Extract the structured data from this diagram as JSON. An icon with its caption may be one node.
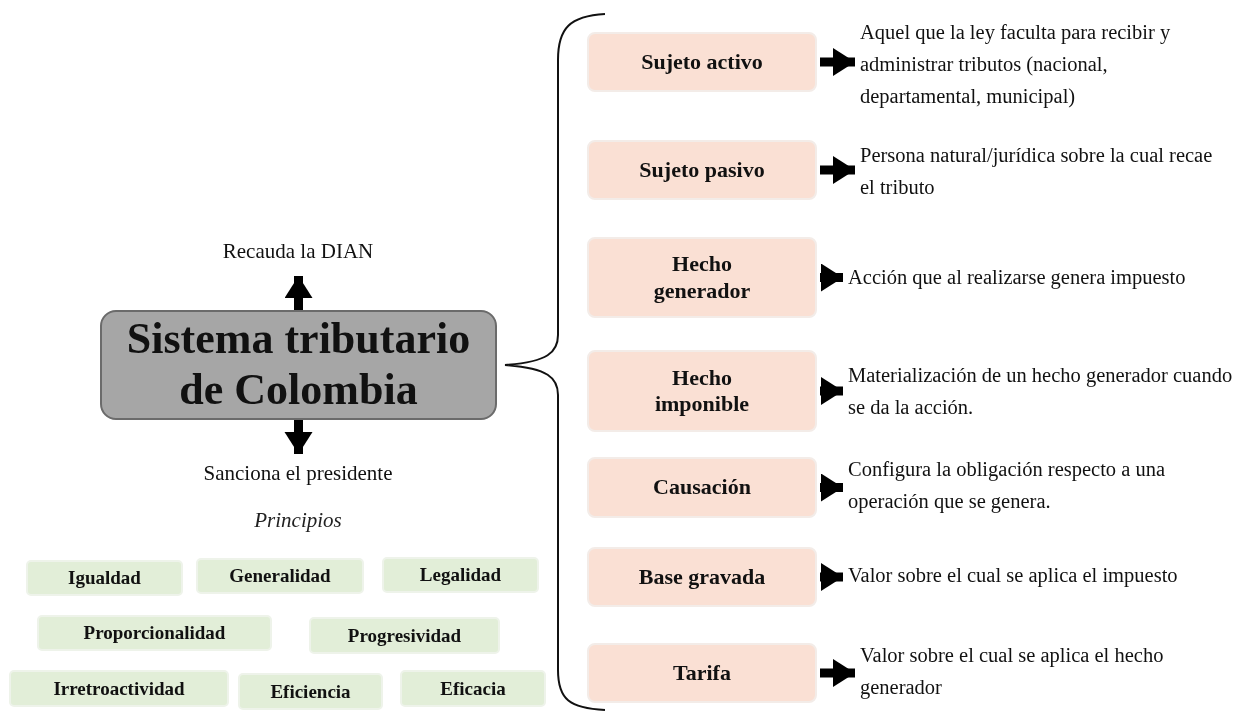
{
  "diagram": {
    "nodes": [
      {
        "text": [
          "Sistema tributario de Colombia"
        ]
      },
      {
        "text": [
          "Recauda la DIAN"
        ]
      },
      {
        "text": [
          "Sanciona el presidente"
        ]
      },
      {
        "text": [
          "Sujeto activo"
        ]
      },
      {
        "text": [
          "Sujeto pasivo"
        ]
      },
      {
        "text": [
          "Hecho generador"
        ]
      },
      {
        "text": [
          "Hecho imponible"
        ]
      },
      {
        "text": [
          "Causación"
        ]
      },
      {
        "text": [
          "Base gravada"
        ]
      },
      {
        "text": [
          "Tarifa"
        ]
      },
      {
        "text": [
          "Aquel que la ley faculta para recibir y administrar tributos (nacional, departamental, municipal)"
        ]
      },
      {
        "text": [
          "Persona natural/jurídica sobre la cual recae el tributo"
        ]
      },
      {
        "text": [
          "Acción que al realizarse genera impuesto"
        ]
      },
      {
        "text": [
          "Materialización de un hecho generador cuando se da la acción."
        ]
      },
      {
        "text": [
          "Configura la obligación respecto a una operación que se genera."
        ]
      },
      {
        "text": [
          "Valor sobre el cual se aplica el impuesto"
        ]
      },
      {
        "text": [
          "Valor sobre el cual se aplica el hecho generador"
        ]
      },
      {
        "text": [
          "Igualdad"
        ]
      },
      {
        "text": [
          "Generalidad"
        ]
      },
      {
        "text": [
          "Legalidad"
        ]
      },
      {
        "text": [
          "Proporcionalidad"
        ]
      },
      {
        "text": [
          "Progresividad"
        ]
      },
      {
        "text": [
          "Irretroactividad"
        ]
      },
      {
        "text": [
          "Eficiencia"
        ]
      },
      {
        "text": [
          "Eficacia"
        ]
      }
    ],
    "edges": [
      {
        "from": 0,
        "to": 1,
        "arrow": "to"
      },
      {
        "from": 0,
        "to": 2,
        "arrow": "to"
      },
      {
        "from": 3,
        "to": 10,
        "arrow": "to"
      },
      {
        "from": 4,
        "to": 11,
        "arrow": "to"
      },
      {
        "from": 5,
        "to": 12,
        "arrow": "to"
      },
      {
        "from": 6,
        "to": 13,
        "arrow": "to"
      },
      {
        "from": 7,
        "to": 14,
        "arrow": "to"
      },
      {
        "from": 8,
        "to": 15,
        "arrow": "to"
      },
      {
        "from": 9,
        "to": 16,
        "arrow": "to"
      }
    ],
    "labels": [
      "Principios"
    ]
  }
}
